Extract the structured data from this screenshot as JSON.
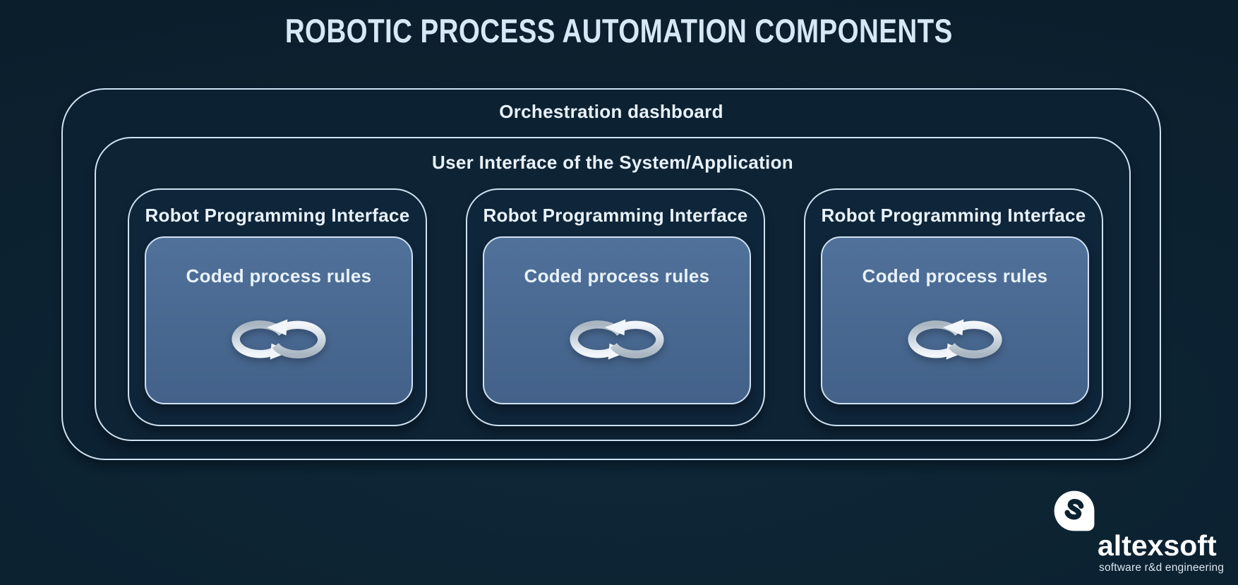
{
  "title": "ROBOTIC PROCESS AUTOMATION COMPONENTS",
  "diagram": {
    "orchestration_label": "Orchestration dashboard",
    "ui_label": "User Interface of the System/Application",
    "rpi_boxes": [
      {
        "title": "Robot Programming Interface",
        "inner_label": "Coded process rules",
        "icon": "cycle-arrows-icon"
      },
      {
        "title": "Robot Programming Interface",
        "inner_label": "Coded process rules",
        "icon": "cycle-arrows-icon"
      },
      {
        "title": "Robot Programming Interface",
        "inner_label": "Coded process rules",
        "icon": "cycle-arrows-icon"
      }
    ]
  },
  "branding": {
    "logo_text": "altexsoft",
    "tagline": "software r&d engineering",
    "logo_icon": "altexsoft-logo-icon"
  },
  "colors": {
    "bg": "#0c2130",
    "bg_light": "#0e2737",
    "bg_dark": "#0a1c29",
    "level1": "#0c2132",
    "level2": "#0e2435",
    "level3": "#0f2539",
    "inner_top": "#50719a",
    "inner_bottom": "#436189",
    "border": "#cfe2f2",
    "text": "#e9f2fb",
    "title_text": "#d7e8f5",
    "arrow_white": "#f2f6fa",
    "arrow_gray": "#a9b6c1",
    "logo_white": "#ffffff",
    "tagline_text": "#dbe6ef"
  }
}
